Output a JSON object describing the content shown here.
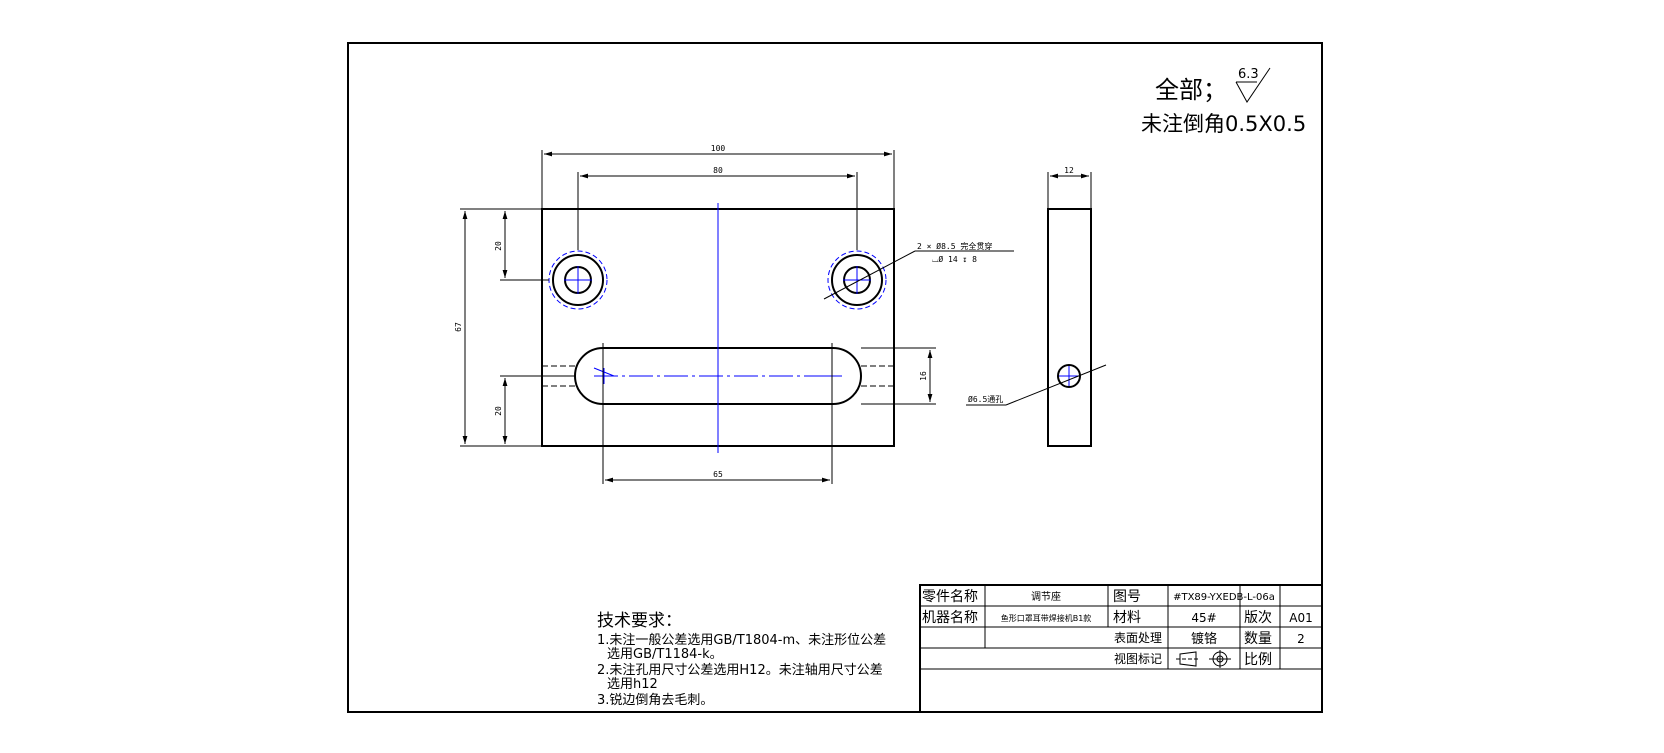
{
  "roughness": {
    "label": "全部；",
    "value": "6.3"
  },
  "chamfer_note": "未注倒角0.5X0.5",
  "dimensions": {
    "overall_width": "100",
    "hole_spacing": "80",
    "overall_height": "67",
    "top_offset": "20",
    "bottom_offset": "20",
    "slot_length": "65",
    "slot_width": "16",
    "thickness": "12"
  },
  "callouts": {
    "counterbore_line1": "2 × Ø8.5 完全贯穿",
    "counterbore_line2": "⌴Ø 14 ↧ 8",
    "side_hole": "Ø6.5通孔"
  },
  "technical_requirements": {
    "title": "技术要求：",
    "lines": [
      "1.未注一般公差选用GB/T1804-m、未注形位公差",
      "选用GB/T1184-k。",
      "2.未注孔用尺寸公差选用H12。未注轴用尺寸公差",
      "选用h12",
      "3.锐边倒角去毛刺。"
    ]
  },
  "title_block": {
    "part_name_label": "零件名称",
    "part_name": "调节座",
    "drawing_no_label": "图号",
    "drawing_no": "#TX89-YXEDB-L-06a",
    "machine_name_label": "机器名称",
    "machine_name": "鱼形口罩耳带焊接机B1款",
    "material_label": "材料",
    "material": "45#",
    "revision_label": "版次",
    "revision": "A01",
    "surface_label": "表面处理",
    "surface": "镀铬",
    "quantity_label": "数量",
    "quantity": "2",
    "view_label": "视图标记",
    "scale_label": "比例",
    "scale": ""
  }
}
